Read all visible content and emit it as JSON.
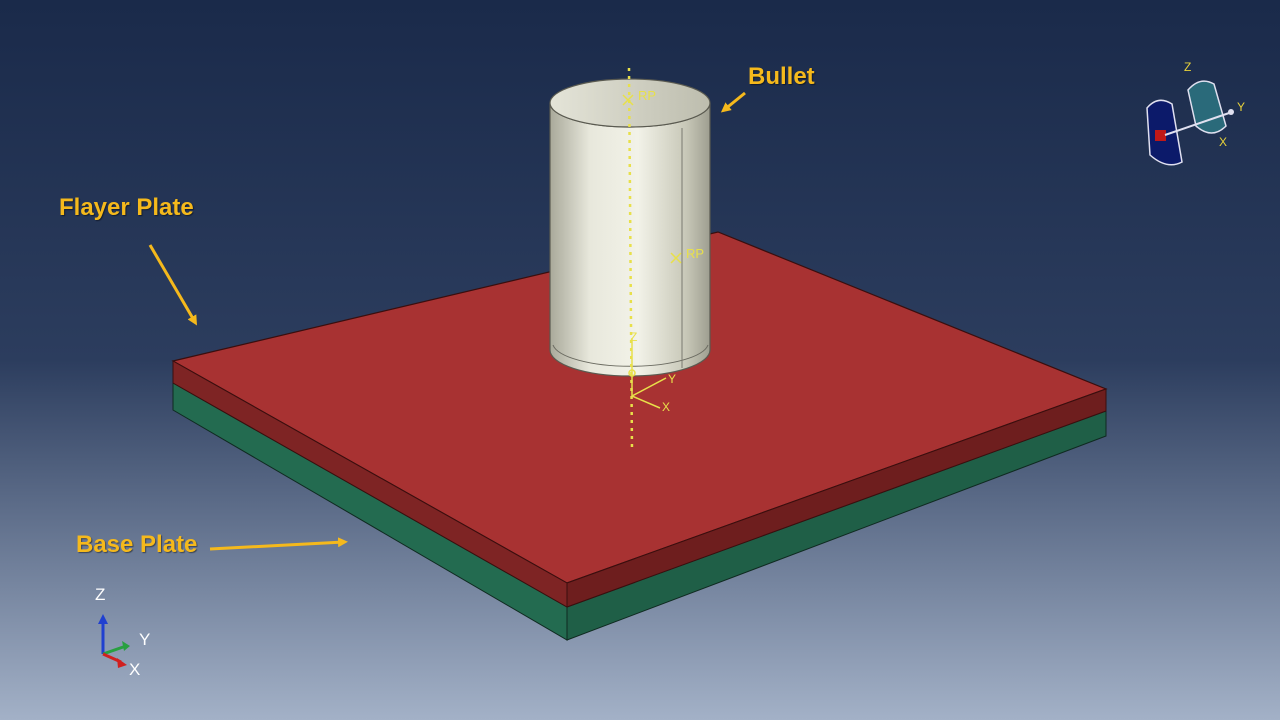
{
  "labels": {
    "bullet": "Bullet",
    "flayer_plate": "Flayer Plate",
    "base_plate": "Base Plate"
  },
  "triad": {
    "z": "Z",
    "y": "Y",
    "x": "X"
  },
  "view_cube": {
    "z": "Z",
    "y": "Y",
    "x": "X"
  },
  "reference_points": {
    "top": "RP",
    "middle": "RP"
  },
  "local_csys": {
    "z": "Z",
    "y": "Y",
    "x": "X"
  },
  "colors": {
    "background_top": "#1a2a4a",
    "background_bottom": "#a3b1c7",
    "flayer_plate": "#a83232",
    "base_plate": "#2e8060",
    "bullet": "#d8d8cc",
    "label": "#f5b91c",
    "datum": "#e8e04a"
  }
}
